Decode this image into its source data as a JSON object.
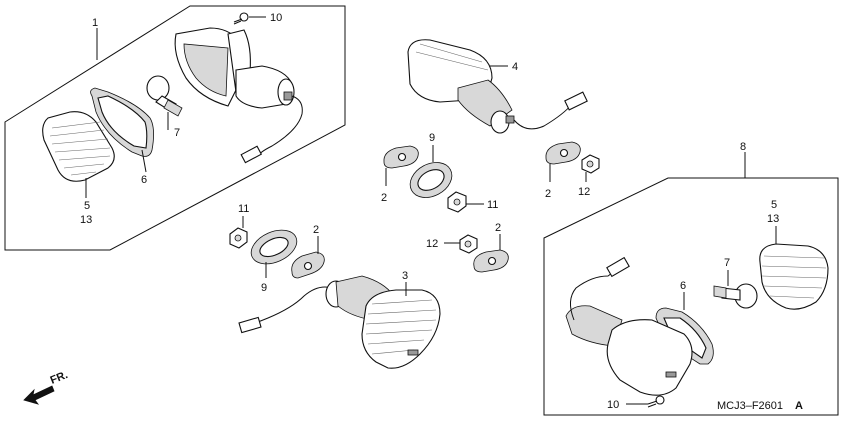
{
  "figure_code": "MCJ3–F2601",
  "figure_suffix": "A",
  "direction_label": "FR.",
  "callouts": {
    "c1": "1",
    "c10a": "10",
    "c4": "4",
    "c9a": "9",
    "c7a": "7",
    "c6a": "6",
    "c5a": "5",
    "c13a": "13",
    "c2a": "2",
    "c11a": "11",
    "c2b": "2",
    "c12a": "12",
    "c11b": "11",
    "c9b": "9",
    "c2c": "2",
    "c3": "3",
    "c12b": "12",
    "c2d": "2",
    "c8": "8",
    "c5b": "5",
    "c13b": "13",
    "c7b": "7",
    "c6b": "6",
    "c10b": "10"
  }
}
